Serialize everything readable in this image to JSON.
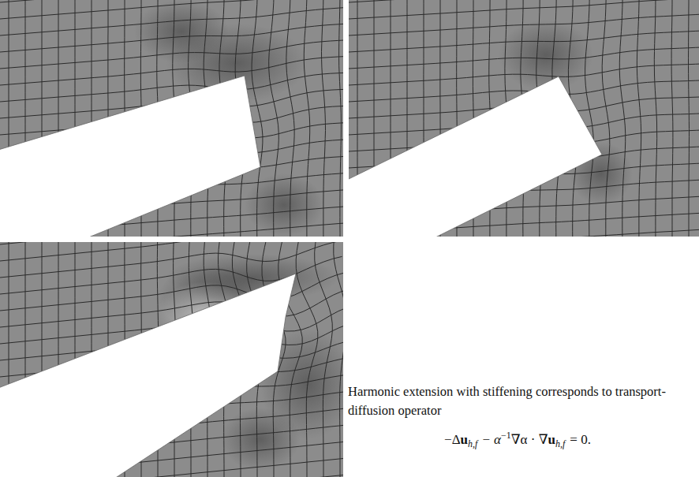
{
  "diagram": {
    "labels": [
      "Harmonic extension with stiffening corresponds to transport-diffusion operator",
      "−Δ",
      "u",
      "h,f",
      "−",
      "α",
      "−1",
      "∇α · ∇",
      "u",
      "h,f",
      "= 0."
    ]
  }
}
